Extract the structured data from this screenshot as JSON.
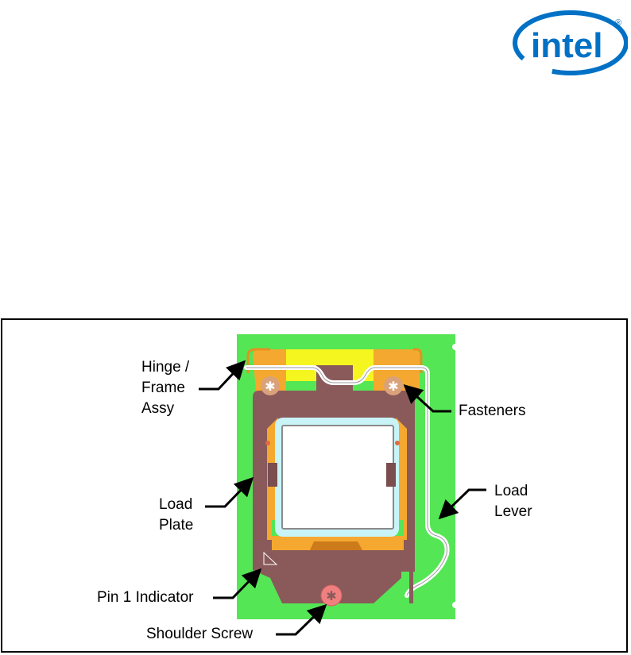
{
  "logo": {
    "text": "intel",
    "registered": "®",
    "color": "#0071c5"
  },
  "figure": {
    "labels": {
      "hinge_frame_assy": [
        "Hinge /",
        "Frame",
        "Assy"
      ],
      "fasteners": "Fasteners",
      "load_plate": [
        "Load",
        "Plate"
      ],
      "load_lever": [
        "Load",
        "Lever"
      ],
      "pin1_indicator": "Pin 1 Indicator",
      "shoulder_screw": "Shoulder Screw"
    },
    "colors": {
      "board": "#55e655",
      "load_plate": "#8a5a5a",
      "hinge_frame": "#f5a830",
      "frame_yellow": "#f5f520",
      "fastener": "#d9a27a",
      "shoulder_screw": "#f08080",
      "lever": "#e8e8e8",
      "socket_cyan": "#c8f4f8"
    }
  }
}
